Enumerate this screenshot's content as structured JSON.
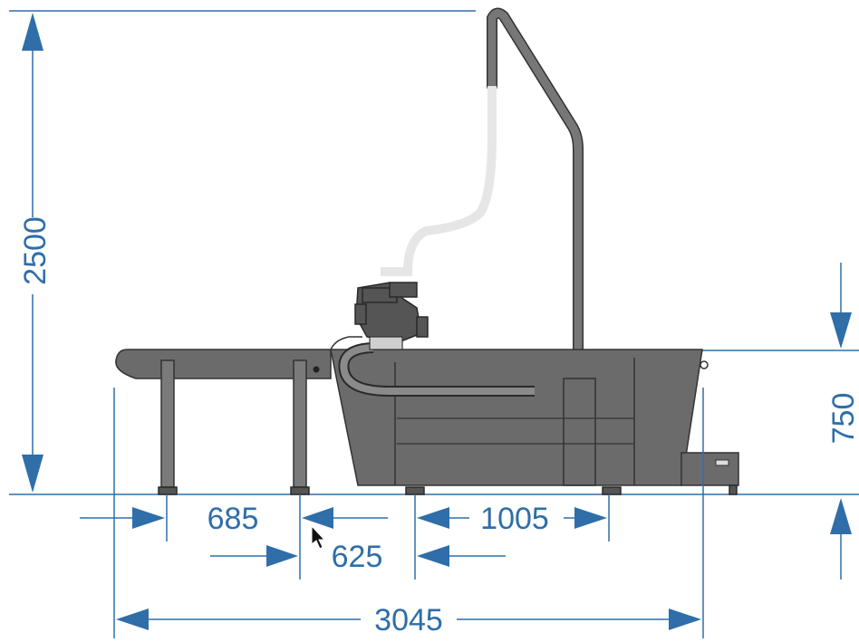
{
  "dimensions": {
    "total_height": "2500",
    "table_height": "750",
    "leg_offset": "685",
    "leg_spacing": "625",
    "foot_spacing": "1005",
    "total_length": "3045"
  },
  "colors": {
    "dimension": "#2f6ea8",
    "machine_body": "#6b6b6b",
    "cable": "#e6e6e6"
  }
}
